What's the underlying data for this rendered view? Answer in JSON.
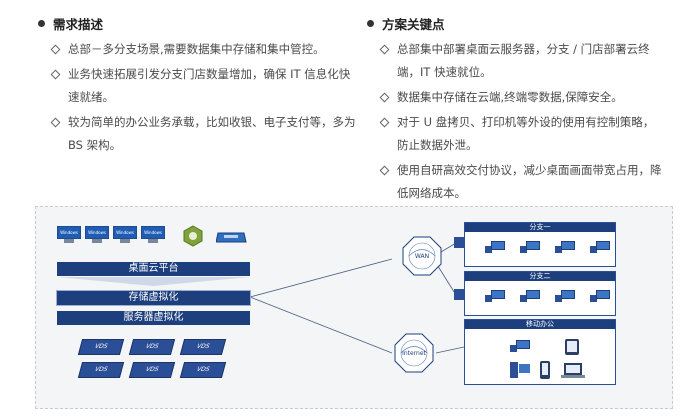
{
  "left": {
    "heading": "需求描述",
    "items": [
      "总部－多分支场景,需要数据集中存储和集中管控。",
      "业务快速拓展引发分支门店数量增加，确保 IT 信息化快速就绪。",
      "较为简单的办公业务承载，比如收银、电子支付等，多为 BS 架构。"
    ]
  },
  "right": {
    "heading": "方案关键点",
    "items": [
      "总部集中部署桌面云服务器，分支 / 门店部署云终端，IT 快速就位。",
      "数据集中存储在云端,终端零数据,保障安全。",
      "对于 U 盘拷贝、打印机等外设的使用有控制策略，防止数据外泄。",
      "使用自研高效交付协议，减少桌面画面带宽占用，降低网络成本。"
    ]
  },
  "diagram": {
    "windows_label": "Windows",
    "layers": [
      "桌面云平台",
      "存储虚拟化",
      "服务器虚拟化"
    ],
    "vds_label": "VDS",
    "wan_label": "WAN",
    "internet_label": "Internet",
    "branches": [
      "分支一",
      "分支二",
      "移动办公"
    ]
  }
}
